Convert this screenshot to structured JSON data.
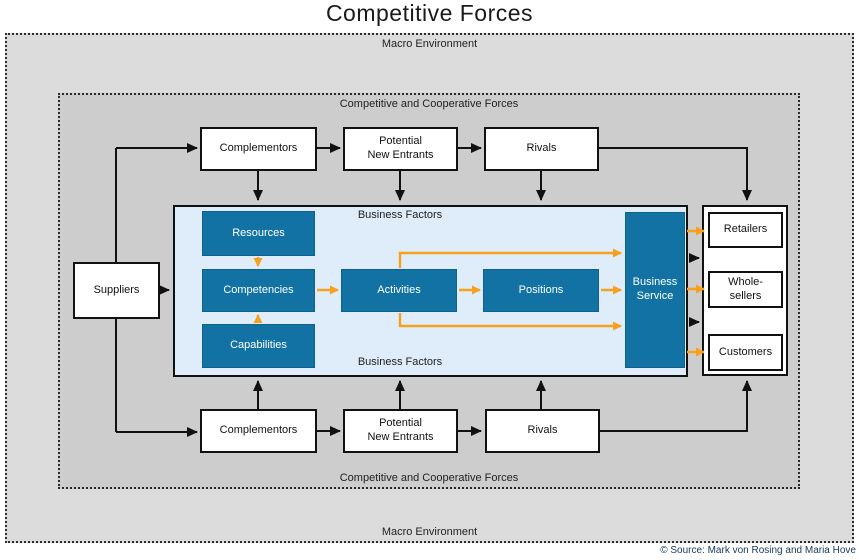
{
  "title": "Competitive Forces",
  "source_credit": "© Source: Mark von Rosing and Maria Hove",
  "zones": {
    "macro_label_top": "Macro Environment",
    "macro_label_bottom": "Macro Environment",
    "coop_label_top": "Competitive and Cooperative Forces",
    "coop_label_bottom": "Competitive and Cooperative Forces"
  },
  "business_factors": {
    "label_top": "Business Factors",
    "label_bottom": "Business Factors",
    "resources": "Resources",
    "competencies": "Competencies",
    "capabilities": "Capabilities",
    "activities": "Activities",
    "positions": "Positions",
    "business_service": "Business\nService"
  },
  "actors": {
    "suppliers": "Suppliers",
    "complementors_top": "Complementors",
    "potential_new_entrants_top": "Potential\nNew Entrants",
    "rivals_top": "Rivals",
    "complementors_bottom": "Complementors",
    "potential_new_entrants_bottom": "Potential\nNew Entrants",
    "rivals_bottom": "Rivals",
    "retailers": "Retailers",
    "wholesellers": "Whole-\nsellers",
    "customers": "Customers"
  },
  "colors": {
    "box_blue": "#1272a3",
    "panel_light_blue": "#deedf9",
    "arrow_orange": "#f6a01e",
    "arrow_black": "#111111",
    "macro_zone_gray": "#dcdcdc",
    "coop_zone_gray": "#cdcdcd",
    "source_text_blue": "#17365d"
  }
}
